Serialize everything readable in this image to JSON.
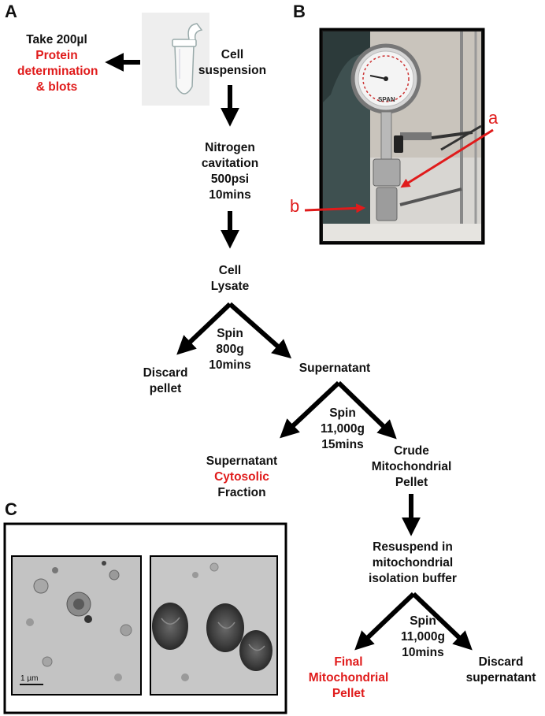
{
  "panels": {
    "a": "A",
    "b": "B",
    "c": "C"
  },
  "steps": {
    "take_sample": "Take 200µl",
    "protein_line1": "Protein",
    "protein_line2": "determination",
    "protein_line3": "& blots",
    "cell_susp_1": "Cell",
    "cell_susp_2": "suspension",
    "nitro_1": "Nitrogen",
    "nitro_2": "cavitation",
    "nitro_3": "500psi",
    "nitro_4": "10mins",
    "lysate_1": "Cell",
    "lysate_2": "Lysate",
    "spin1_1": "Spin",
    "spin1_2": "800g",
    "spin1_3": "10mins",
    "discard_pellet_1": "Discard",
    "discard_pellet_2": "pellet",
    "supernatant": "Supernatant",
    "spin2_1": "Spin",
    "spin2_2": "11,000g",
    "spin2_3": "15mins",
    "sup2_1": "Supernatant",
    "sup2_2": "Cytosolic",
    "sup2_3": "Fraction",
    "crude_1": "Crude",
    "crude_2": "Mitochondrial",
    "crude_3": "Pellet",
    "resus_1": "Resuspend in",
    "resus_2": "mitochondrial",
    "resus_3": "isolation buffer",
    "spin3_1": "Spin",
    "spin3_2": "11,000g",
    "spin3_3": "10mins",
    "final_1": "Final",
    "final_2": "Mitochondrial",
    "final_3": "Pellet",
    "discard_sup_1": "Discard",
    "discard_sup_2": "supernatant"
  },
  "photo_labels": {
    "a": "a",
    "b": "b",
    "gauge": "SPAN"
  },
  "scale_bar": "1 µm",
  "colors": {
    "red": "#e01b1b",
    "text": "#111111"
  }
}
